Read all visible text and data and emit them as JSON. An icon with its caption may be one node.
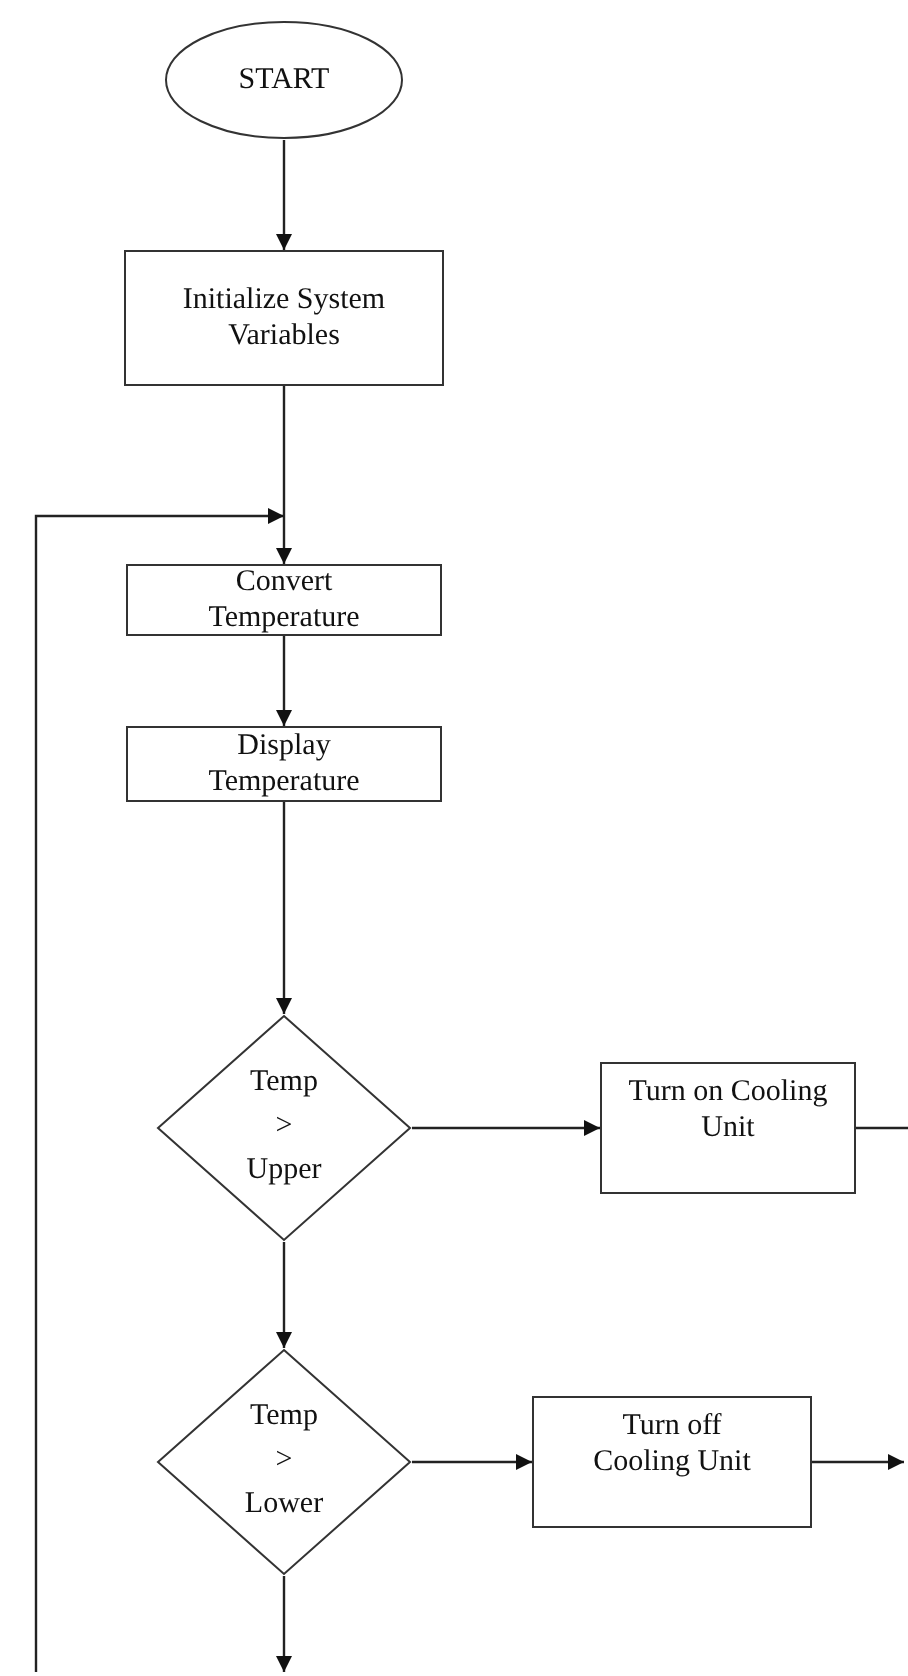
{
  "diagram": {
    "nodes": [
      {
        "text": [
          "START"
        ]
      },
      {
        "text": [
          "Initialize System Variables"
        ]
      },
      {
        "text": [
          "Convert Temperature"
        ]
      },
      {
        "text": [
          "Display Temperature"
        ]
      },
      {
        "text": [
          "Temp > Upper"
        ]
      },
      {
        "text": [
          "Turn on Cooling Unit"
        ]
      },
      {
        "text": [
          "Temp > Lower"
        ]
      },
      {
        "text": [
          "Turn off Cooling Unit"
        ]
      }
    ],
    "edges": [
      {
        "from": 0,
        "to": 1,
        "arrow": "to"
      },
      {
        "from": 1,
        "to": 2,
        "arrow": "to"
      },
      {
        "from": null,
        "to": 2,
        "arrow": "to"
      },
      {
        "from": 2,
        "to": 3,
        "arrow": "to"
      },
      {
        "from": 3,
        "to": 4,
        "arrow": "to"
      },
      {
        "from": 4,
        "to": 5,
        "arrow": "to"
      },
      {
        "from": 5,
        "to": null,
        "arrow": "none"
      },
      {
        "from": 4,
        "to": 6,
        "arrow": "to"
      },
      {
        "from": 6,
        "to": 7,
        "arrow": "to"
      },
      {
        "from": 7,
        "to": null,
        "arrow": "to"
      },
      {
        "from": 6,
        "to": null,
        "arrow": "to"
      }
    ]
  }
}
